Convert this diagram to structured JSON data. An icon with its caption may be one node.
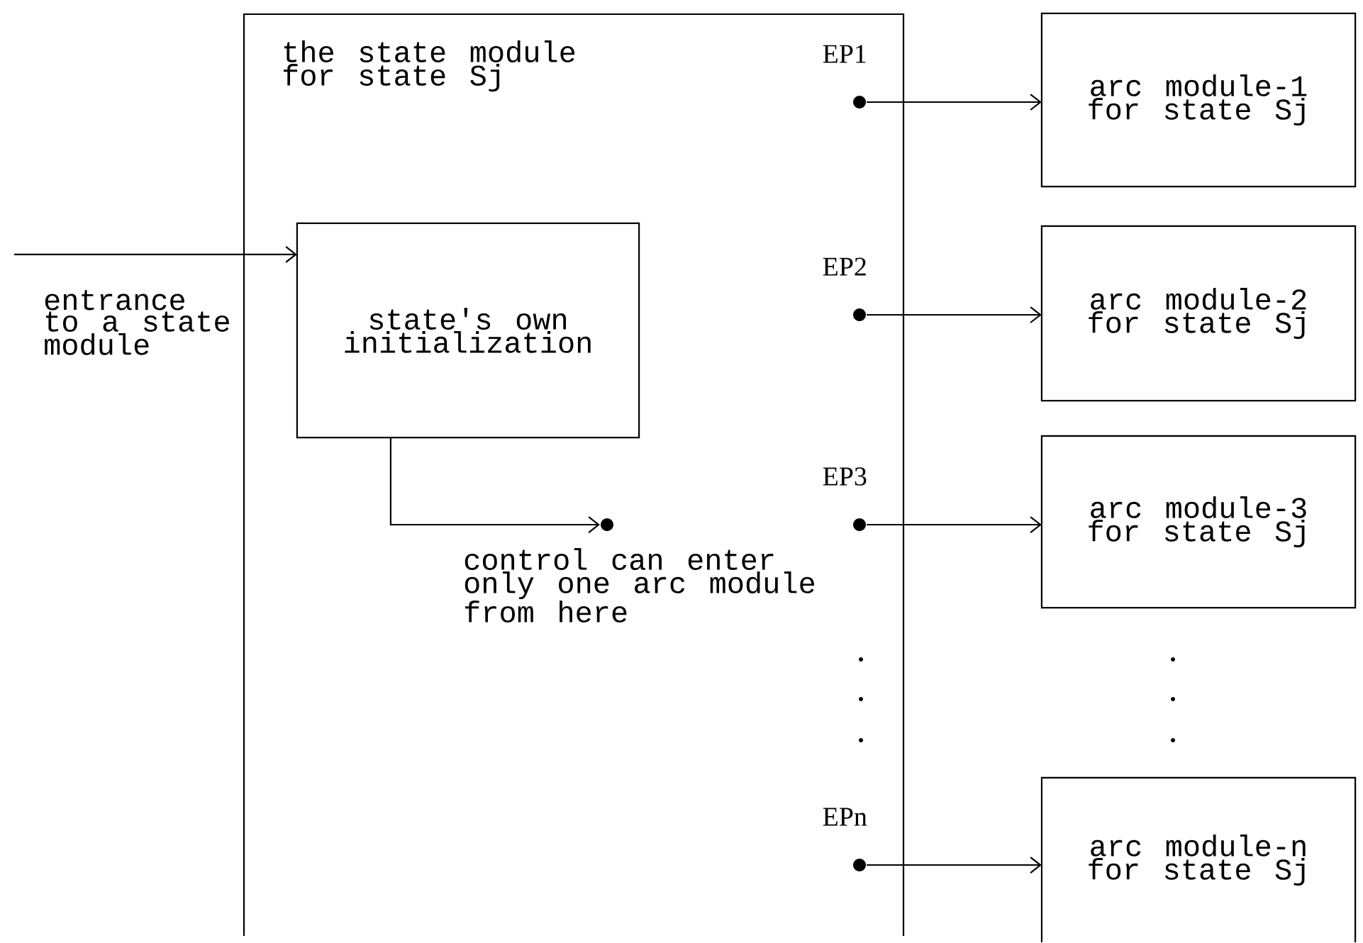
{
  "diagram": {
    "nodes": [
      {
        "text": [
          "the state module for state Sj"
        ]
      },
      {
        "text": [],
        "shape": "circle",
        "beside": [
          "EP1"
        ],
        "in": 0
      },
      {
        "text": [
          "arc module-1 for state Sj"
        ]
      },
      {
        "text": [
          "state's own initialization"
        ],
        "in": 0
      },
      {
        "text": [],
        "shape": "circle",
        "beside": [
          "EP2"
        ],
        "in": 0
      },
      {
        "text": [
          "arc module-2 for state Sj"
        ]
      },
      {
        "text": [],
        "shape": "circle",
        "beside": [
          "control can enter only one arc module from here"
        ],
        "in": 0
      },
      {
        "text": [],
        "shape": "circle",
        "beside": [
          "EP3"
        ],
        "in": 0
      },
      {
        "text": [
          "arc module-3 for state Sj"
        ]
      },
      {
        "text": [],
        "shape": "circle",
        "beside": [
          "EPn"
        ],
        "in": 0
      },
      {
        "text": [
          "arc module-n for state Sj"
        ]
      }
    ],
    "edges": [
      {
        "from": null,
        "to": 3,
        "arrow": "to"
      },
      {
        "from": 1,
        "to": 2,
        "arrow": "to"
      },
      {
        "from": 4,
        "to": 5,
        "arrow": "to"
      },
      {
        "from": 3,
        "to": 6,
        "arrow": "to"
      },
      {
        "from": 7,
        "to": 8,
        "arrow": "to"
      },
      {
        "from": 9,
        "to": 10,
        "arrow": "to"
      }
    ],
    "labels": [
      "entrance to a state module"
    ]
  }
}
